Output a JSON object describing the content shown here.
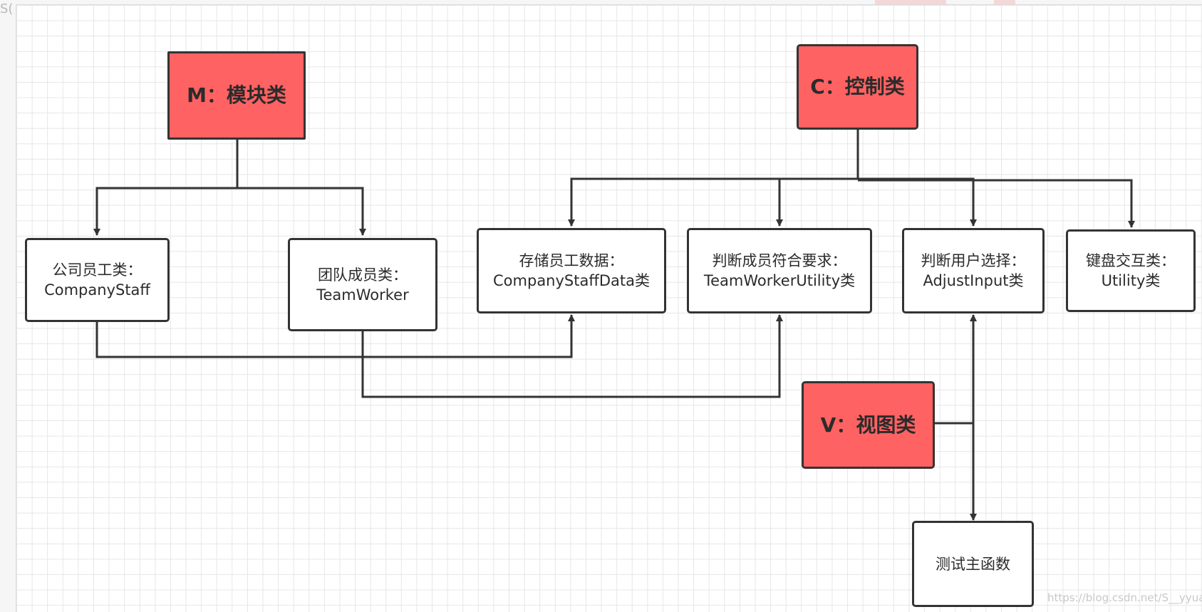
{
  "corner_text": "S(",
  "model": {
    "title": "M：模块类",
    "items": [
      {
        "line1": "公司员工类：",
        "line2": "CompanyStaff"
      },
      {
        "line1": "团队成员类：",
        "line2": "TeamWorker"
      }
    ]
  },
  "control": {
    "title": "C：控制类",
    "items": [
      {
        "line1": "存储员工数据：",
        "line2": "CompanyStaffData类"
      },
      {
        "line1": "判断成员符合要求：",
        "line2": "TeamWorkerUtility类"
      },
      {
        "line1": "判断用户选择：",
        "line2": "AdjustInput类"
      },
      {
        "line1": "键盘交互类：",
        "line2": "Utility类"
      }
    ]
  },
  "view": {
    "title": "V：视图类"
  },
  "test": {
    "label": "测试主函数"
  },
  "watermark": "https://blog.csdn.net/S__yyuan",
  "colors": {
    "header_fill": "#ff6262",
    "border": "#333333",
    "grid": "#e6e6e6"
  }
}
